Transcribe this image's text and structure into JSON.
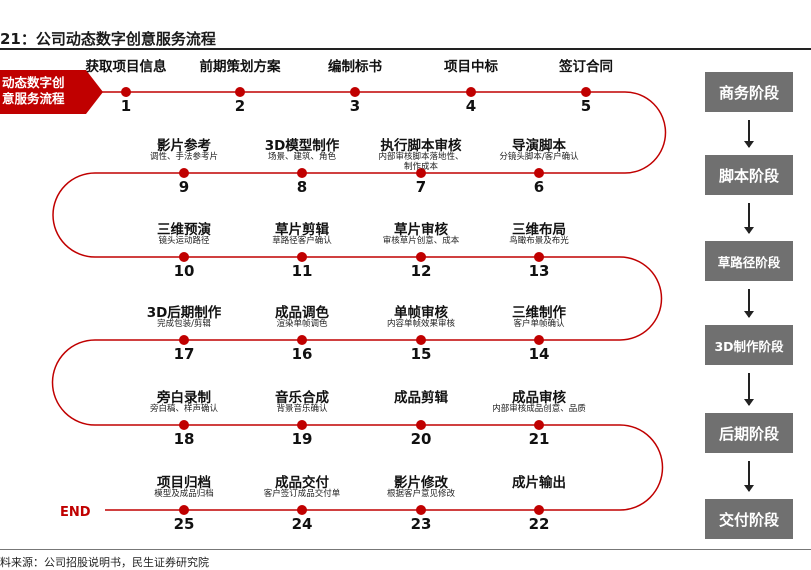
{
  "figure_title": "21：公司动态数字创意服务流程",
  "start_label": [
    "动态数字创",
    "意服务流程"
  ],
  "end_label": "END",
  "source": "料来源：公司招股说明书，民生证券研究院",
  "colors": {
    "accent": "#c00000",
    "stage_box": "#707070",
    "track": "#c00000"
  },
  "stages": [
    "商务阶段",
    "脚本阶段",
    "草路径阶段",
    "3D制作阶段",
    "后期阶段",
    "交付阶段"
  ],
  "rows": [
    {
      "steps": [
        {
          "num": "1",
          "title": "获取项目信息",
          "desc": ""
        },
        {
          "num": "2",
          "title": "前期策划方案",
          "desc": ""
        },
        {
          "num": "3",
          "title": "编制标书",
          "desc": ""
        },
        {
          "num": "4",
          "title": "项目中标",
          "desc": ""
        },
        {
          "num": "5",
          "title": "签订合同",
          "desc": ""
        }
      ]
    },
    {
      "steps": [
        {
          "num": "9",
          "title": "影片参考",
          "desc": "调性、手法参考片"
        },
        {
          "num": "8",
          "title": "3D模型制作",
          "desc": "场景、建筑、角色"
        },
        {
          "num": "7",
          "title": "执行脚本审核",
          "desc": "内部审核脚本落地性、\n制作成本"
        },
        {
          "num": "6",
          "title": "导演脚本",
          "desc": "分镜头脚本/客户确认"
        }
      ]
    },
    {
      "steps": [
        {
          "num": "10",
          "title": "三维预演",
          "desc": "镜头运动路径"
        },
        {
          "num": "11",
          "title": "草片剪辑",
          "desc": "草路径客户确认"
        },
        {
          "num": "12",
          "title": "草片审核",
          "desc": "审核草片创意、成本"
        },
        {
          "num": "13",
          "title": "三维布局",
          "desc": "鸟瞰布景及布光"
        }
      ]
    },
    {
      "steps": [
        {
          "num": "17",
          "title": "3D后期制作",
          "desc": "完成包装/剪辑"
        },
        {
          "num": "16",
          "title": "成品调色",
          "desc": "渲染单帧调色"
        },
        {
          "num": "15",
          "title": "单帧审核",
          "desc": "内容单帧效果审核"
        },
        {
          "num": "14",
          "title": "三维制作",
          "desc": "客户单帧确认"
        }
      ]
    },
    {
      "steps": [
        {
          "num": "18",
          "title": "旁白录制",
          "desc": "旁白稿、样声确认"
        },
        {
          "num": "19",
          "title": "音乐合成",
          "desc": "背景音乐确认"
        },
        {
          "num": "20",
          "title": "成品剪辑",
          "desc": ""
        },
        {
          "num": "21",
          "title": "成品审核",
          "desc": "内部审核成品创意、品质"
        }
      ]
    },
    {
      "steps": [
        {
          "num": "25",
          "title": "项目归档",
          "desc": "模型及成品归档"
        },
        {
          "num": "24",
          "title": "成品交付",
          "desc": "客户签订成品交付单"
        },
        {
          "num": "23",
          "title": "影片修改",
          "desc": "根据客户意见修改"
        },
        {
          "num": "22",
          "title": "成片输出",
          "desc": ""
        }
      ]
    }
  ]
}
